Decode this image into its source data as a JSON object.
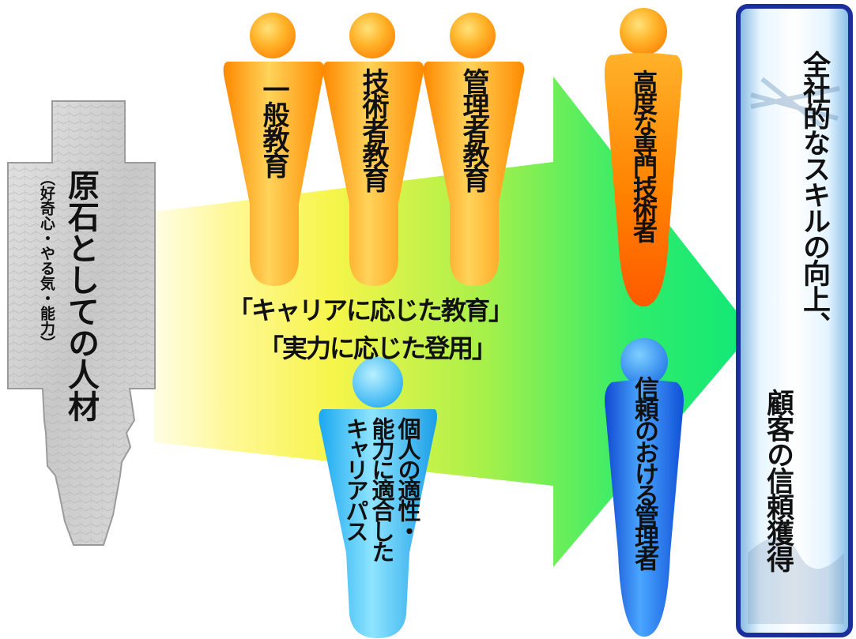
{
  "source": {
    "title": "原石としての人材",
    "subtitle": "（好奇心・やる気・能力）"
  },
  "education": [
    {
      "label": "一般教育"
    },
    {
      "label": "技術者教育"
    },
    {
      "label": "管理者教育"
    }
  ],
  "slogans": [
    "「キャリアに応じた教育」",
    "「実力に応じた登用」"
  ],
  "career_path": {
    "line1": "個人の適性・",
    "line2": "能力に適合した",
    "line3": "キャリアパス"
  },
  "outcomes": {
    "expert": "高度な専門技術者",
    "manager": "信頼のおける管理者"
  },
  "goal": {
    "line1": "全社的なスキルの向上、",
    "line2": "顧客の信頼獲得"
  },
  "colors": {
    "orange": "#ff9a10",
    "orange_light": "#ffd060",
    "cyan": "#38c8ff",
    "blue": "#1c70e8",
    "arrow_green": "#10e878",
    "arrow_yellow": "#fff44a",
    "stone": "#cfcfcf",
    "goal_border": "#1a2f9c"
  }
}
